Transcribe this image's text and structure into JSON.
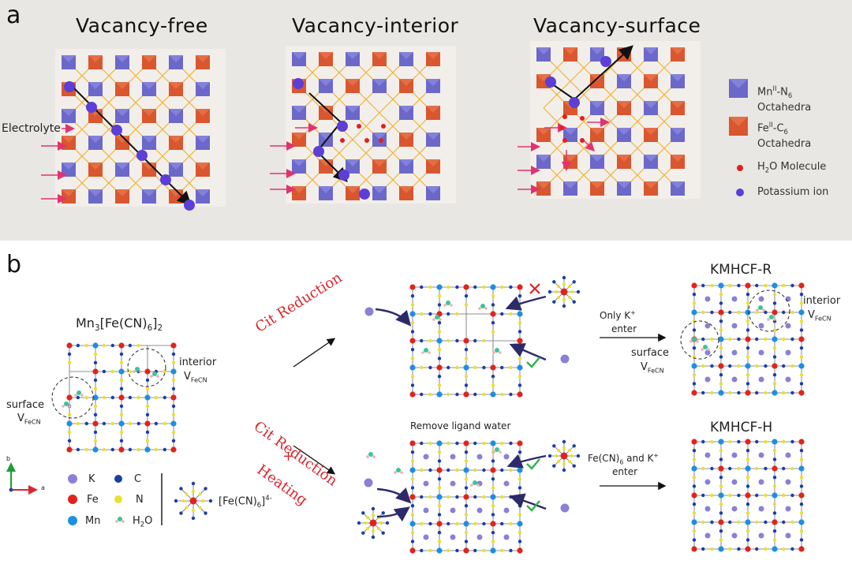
{
  "panel_a": {
    "letter": "a",
    "titles": [
      "Vacancy-free",
      "Vacancy-interior",
      "Vacancy-surface"
    ],
    "electrolyte_label": "Electrolyte",
    "legend": {
      "mn_line1": "Mn",
      "mn_sup": "II",
      "mn_mid": "-N",
      "mn_sub": "6",
      "mn_line2": "Octahedra",
      "fe_line1": "Fe",
      "fe_sup": "II",
      "fe_mid": "-C",
      "fe_sub": "6",
      "fe_line2": "Octahedra",
      "h2o_pre": "H",
      "h2o_sub": "2",
      "h2o_post": "O Molecule",
      "k": "Potassium ion"
    },
    "colors": {
      "mn": "#6b68c9",
      "fe": "#d9562f",
      "water": "#e02020",
      "k": "#5b3fd6",
      "bond": "#f2b233",
      "arrow": "#e2336e"
    }
  },
  "panel_b": {
    "letter": "b",
    "formula": {
      "base": "Mn",
      "sub1": "3",
      "mid": "[Fe(CN)",
      "sub2": "6",
      "end": "]",
      "sub3": "2"
    },
    "interior_label": "interior",
    "surface_label": "surface",
    "vacancy_main": "V",
    "vacancy_sub": "FeCN",
    "cit_reduction": "Cit Reduction",
    "cit_reduction_2": "Cit Reduction",
    "plus": "+",
    "heating": "Heating",
    "remove_ligand_water": "Remove ligand water",
    "only_k_line1": "Only K",
    "only_k_sup": "+",
    "only_k_line2": "enter",
    "fecn_k_line1_a": "Fe(CN)",
    "fecn_k_line1_sub": "6",
    "fecn_k_line1_b": " and K",
    "fecn_k_line1_sup": "+",
    "fecn_k_line2": "enter",
    "kmhcf_r": "KMHCF-R",
    "kmhcf_h": "KMHCF-H",
    "interior_label_r": "interior",
    "surface_label_r": "surface",
    "legend": {
      "k": "K",
      "c": "C",
      "fe": "Fe",
      "n": "N",
      "mn": "Mn",
      "h2o_pre": "H",
      "h2o_sub": "2",
      "h2o_post": "O",
      "complex_pre": "[Fe(CN)",
      "complex_sub": "6",
      "complex_mid": "]",
      "complex_sup": "4-"
    },
    "axis_b": "b",
    "axis_a": "a",
    "colors": {
      "fe": "#e0241c",
      "mn": "#1d8fe0",
      "c": "#1a3ea8",
      "n": "#e6e233",
      "k": "#8a80d6",
      "o": "#3cc49a",
      "h": "#f0b0b0",
      "check": "#2fb24a",
      "cross": "#e02020"
    }
  }
}
